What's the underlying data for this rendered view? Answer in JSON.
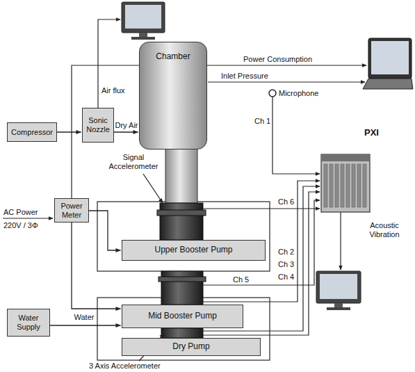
{
  "diagram": {
    "nodes": [
      {
        "text": [
          "Compressor"
        ]
      },
      {
        "text": [
          "Sonic Nozzle"
        ]
      },
      {
        "text": [
          "Chamber"
        ]
      },
      {
        "text": [
          "Power Meter"
        ]
      },
      {
        "text": [
          "Upper Booster Pump"
        ]
      },
      {
        "text": [
          "Water Supply"
        ]
      },
      {
        "text": [
          "Mid Booster Pump"
        ]
      },
      {
        "text": [
          "Dry Pump"
        ]
      }
    ],
    "edges": [
      {
        "from": 0,
        "to": 1,
        "arrow": "to"
      },
      {
        "from": 1,
        "to": 2,
        "label": "Dry Air",
        "arrow": "to"
      },
      {
        "from": 3,
        "to": 4,
        "arrow": "to"
      },
      {
        "from": 3,
        "to": 6,
        "arrow": "to"
      },
      {
        "from": 5,
        "to": 6,
        "label": "Water",
        "arrow": "to"
      }
    ],
    "labels": [
      "Air flux",
      "Power Consumption",
      "Inlet Pressure",
      "Microphone",
      "Ch 1",
      "PXI",
      "Signal Accelerometer",
      "AC Power",
      "220V / 3Φ",
      "Ch 6",
      "Acoustic Vibration",
      "Ch 5",
      "Ch 2",
      "Ch 3",
      "Ch 4",
      "3 Axis Accelerometer"
    ]
  }
}
